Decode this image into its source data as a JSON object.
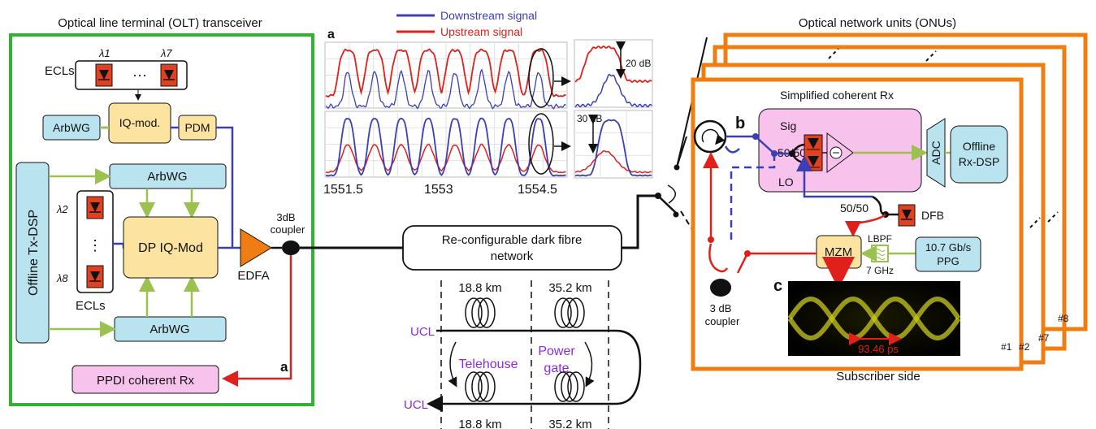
{
  "olt": {
    "title": "Optical line terminal (OLT) transceiver",
    "ecls_top": "ECLs",
    "lambda_1": "λ1",
    "lambda_7": "λ7",
    "ellipsis": "···",
    "arbwg_left": "ArbWG",
    "iq_mod": "IQ-mod.",
    "pdm": "PDM",
    "offline_tx_dsp": "Offline Tx-DSP",
    "arbwg_upper": "ArbWG",
    "arbwg_lower": "ArbWG",
    "lambda_2": "λ2",
    "lambda_8": "λ8",
    "vdots": "⋮",
    "ecls_bottom": "ECLs",
    "dp_iq_mod": "DP IQ-Mod",
    "edfa": "EDFA",
    "coupler_line1": "3dB",
    "coupler_line2": "coupler",
    "ppdi": "PPDI coherent Rx",
    "label_a": "a"
  },
  "spectra": {
    "legend_down": "Downstream signal",
    "legend_up": "Upstream signal",
    "label_a": "a",
    "label_b": "b",
    "gain_a": "20 dB",
    "gain_b": "30 dB",
    "x_ticks": [
      "1551.5",
      "1553",
      "1554.5"
    ],
    "colors": {
      "downstream": "#3b3fb5",
      "upstream": "#e0201a"
    }
  },
  "network": {
    "dark_fibre_line1": "Re-configurable dark fibre",
    "dark_fibre_line2": "network",
    "span_top_left": "18.8 km",
    "span_top_right": "35.2 km",
    "span_bottom_left": "18.8 km",
    "span_bottom_right": "35.2 km",
    "ucl_top": "UCL",
    "ucl_bottom": "UCL",
    "telehouse": "Telehouse",
    "power_line1": "Power",
    "power_line2": "gate"
  },
  "onu": {
    "title": "Optical network units (ONUs)",
    "simplified_rx": "Simplified coherent Rx",
    "label_b": "b",
    "sig": "Sig",
    "splitter_5050": "50/50",
    "lo": "LO",
    "adc": "ADC",
    "offline_rx_line1": "Offline",
    "offline_rx_line2": "Rx-DSP",
    "coupler2_5050": "50/50",
    "dfb": "DFB",
    "mzm": "MZM",
    "lbpf": "LBPF",
    "lbpf_bw": "7 GHz",
    "ppg_line1": "10.7 Gb/s",
    "ppg_line2": "PPG",
    "label_c": "c",
    "eye_width": "93.46 ps",
    "coupler_line1": "3 dB",
    "coupler_line2": "coupler",
    "subscriber": "Subscriber side",
    "unit_labels": [
      "#1",
      "#2",
      "#7",
      "#8"
    ]
  },
  "colors": {
    "olt_frame": "#2db52d",
    "onu_frame": "#f07d12",
    "blue_box": "#b9e3ef",
    "yellow_box": "#fde3a0",
    "pink_box": "#f7c2ec",
    "green_arrow": "#9bc14e",
    "laser_red": "#e2411f",
    "fibre_blue": "#3b3fb5",
    "fibre_red": "#e0201a"
  }
}
